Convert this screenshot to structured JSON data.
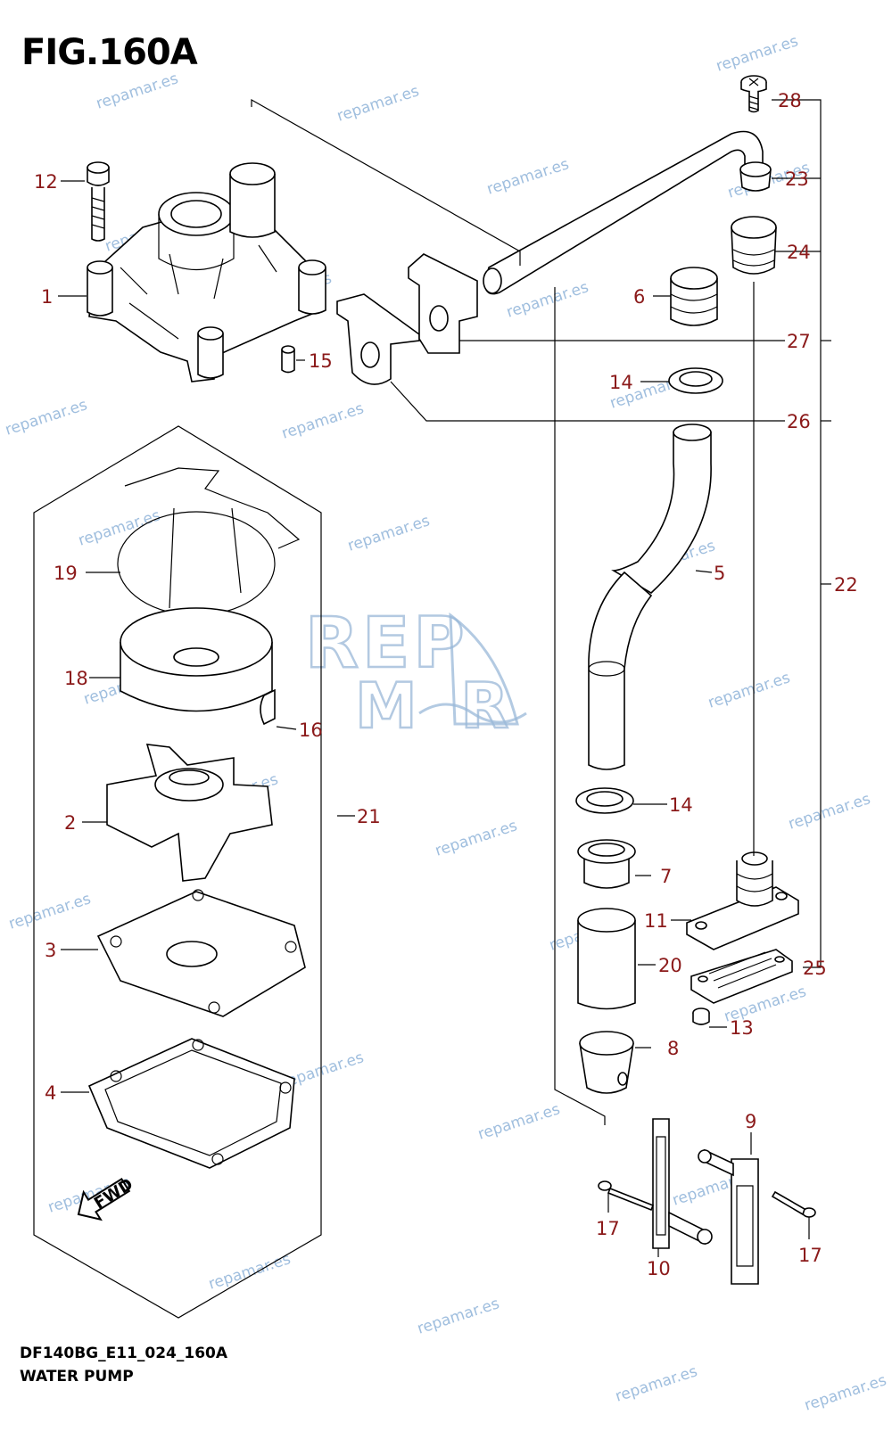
{
  "header": {
    "figure_title": "FIG.160A"
  },
  "footer": {
    "model_code": "DF140BG_E11_024_160A",
    "caption": "WATER PUMP"
  },
  "watermark": {
    "text": "repamar.es",
    "color": "#8fb3d9"
  },
  "logo": {
    "top": "REP",
    "bottom": "M  R"
  },
  "colors": {
    "callout": "#8b1a1a",
    "line": "#000000"
  },
  "arrow": {
    "label": "FWD",
    "icon": "fwd-arrow-icon"
  },
  "callouts": [
    "1",
    "2",
    "3",
    "4",
    "5",
    "6",
    "7",
    "8",
    "9",
    "10",
    "11",
    "12",
    "13",
    "14",
    "14",
    "15",
    "16",
    "17",
    "17",
    "18",
    "19",
    "20",
    "21",
    "22",
    "23",
    "24",
    "25",
    "26",
    "27",
    "28"
  ]
}
